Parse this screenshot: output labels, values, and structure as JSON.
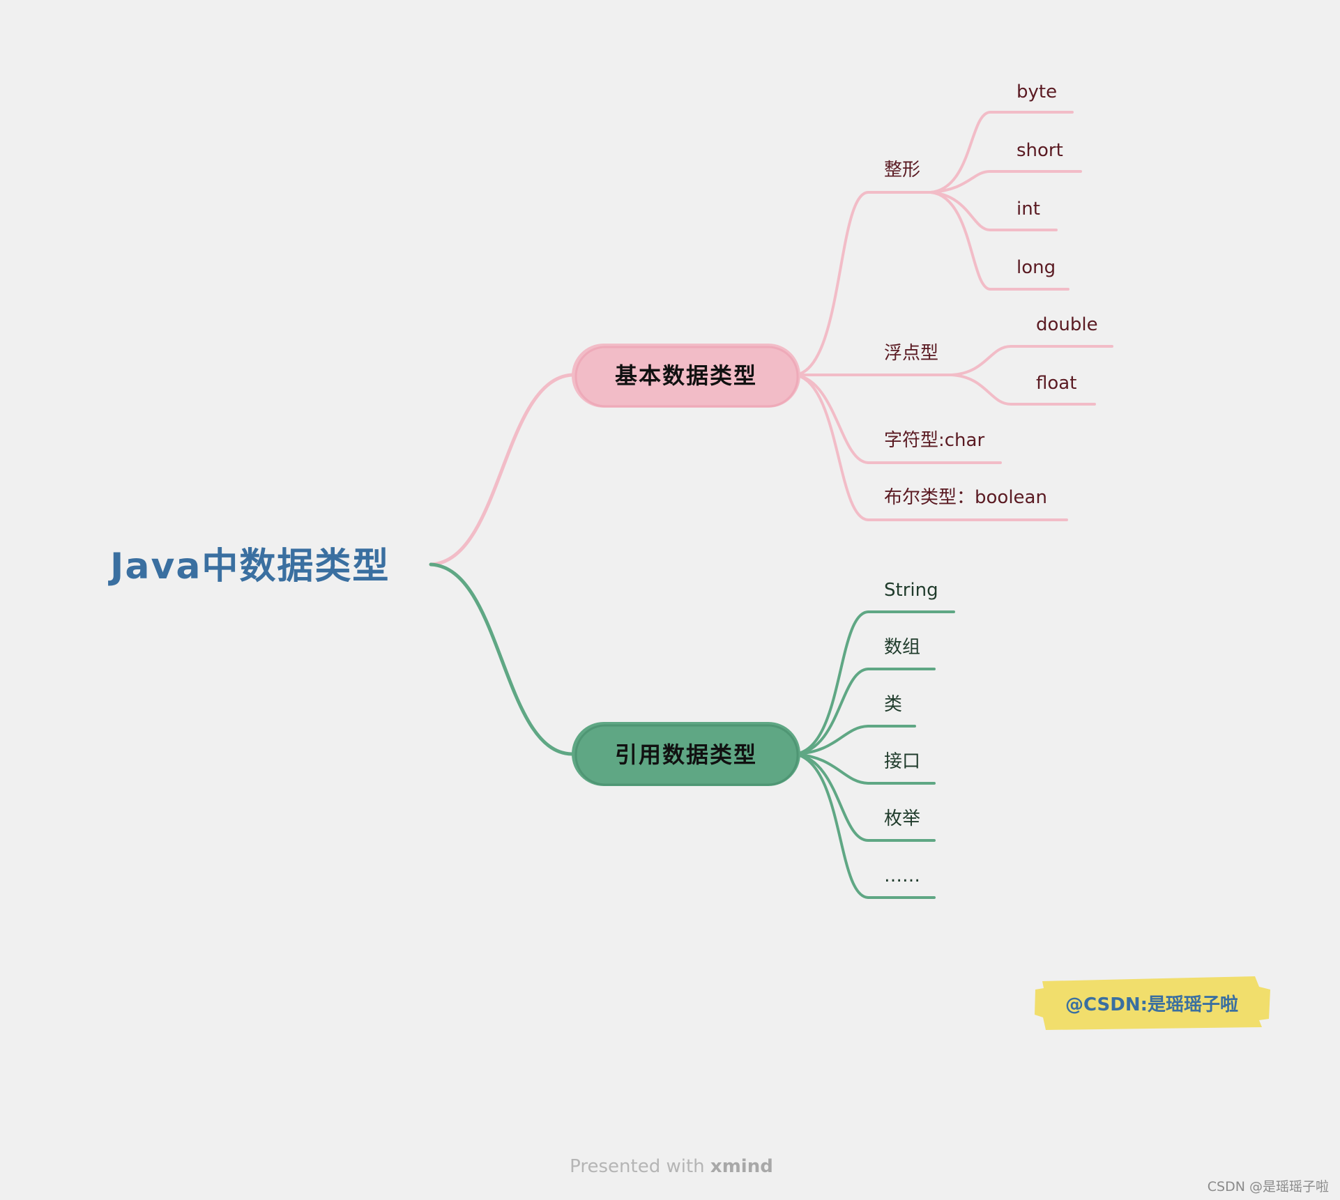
{
  "root": {
    "label": "Java中数据类型"
  },
  "colors": {
    "background": "#f0f0f0",
    "primitive": "#f2bcc7",
    "reference": "#5fa784",
    "root_text": "#3a6fa0",
    "tag_bg": "#f1de6c"
  },
  "branches": [
    {
      "label": "基本数据类型",
      "children": [
        {
          "label": "整形",
          "children": [
            "byte",
            "short",
            "int",
            "long"
          ]
        },
        {
          "label": "浮点型",
          "children": [
            "double",
            "float"
          ]
        },
        {
          "label": "字符型:char",
          "children": []
        },
        {
          "label": "布尔类型：boolean",
          "children": []
        }
      ]
    },
    {
      "label": "引用数据类型",
      "children": [
        {
          "label": "String",
          "children": []
        },
        {
          "label": "数组",
          "children": []
        },
        {
          "label": "类",
          "children": []
        },
        {
          "label": "接口",
          "children": []
        },
        {
          "label": "枚举",
          "children": []
        },
        {
          "label": "……",
          "children": []
        }
      ]
    }
  ],
  "tag": {
    "label": "@CSDN:是瑶瑶子啦"
  },
  "footer": {
    "prefix": "Presented with ",
    "brand": "xmind"
  },
  "watermark": {
    "label": "CSDN @是瑶瑶子啦"
  }
}
